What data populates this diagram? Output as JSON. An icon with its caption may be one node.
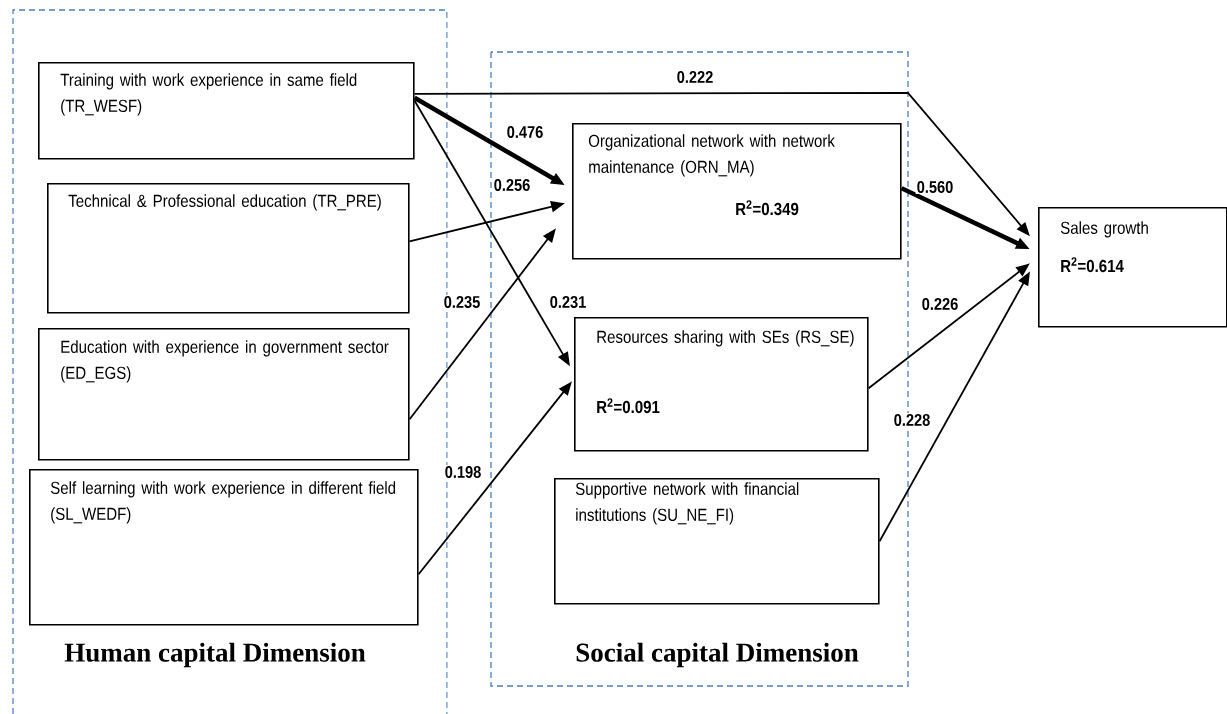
{
  "diagram": {
    "nodes": [
      {
        "text": [
          "Human capital Dimension"
        ]
      },
      {
        "text": [
          "Training with work experience in same field (TR_WESF)"
        ],
        "in": 0
      },
      {
        "text": [
          "Technical &  Professional education (TR_PRE)"
        ],
        "in": 0
      },
      {
        "text": [
          "Education with experience in government sector (ED_EGS)"
        ],
        "in": 0
      },
      {
        "text": [
          "Self learning with work experience in different field (SL_WEDF)"
        ],
        "in": 0
      },
      {
        "text": [
          "Social capital Dimension"
        ]
      },
      {
        "text": [
          "Organizational network with network maintenance (ORN_MA)",
          "R$^{2}$=0.349"
        ],
        "in": 5
      },
      {
        "text": [
          "Resources sharing with SEs (RS_SE)",
          "R$^{2}$=0.091"
        ],
        "in": 5
      },
      {
        "text": [
          "Supportive network with financial institutions (SU_NE_FI)"
        ],
        "in": 5
      },
      {
        "text": [
          "Sales growth",
          "R$^{2}$=0.614"
        ]
      }
    ],
    "edges": [
      {
        "from": 1,
        "to": 9,
        "arrow": "to",
        "label": "0.222"
      },
      {
        "from": 1,
        "to": 6,
        "arrow": "to",
        "label": "0.476",
        "style": "thick"
      },
      {
        "from": 2,
        "to": 6,
        "arrow": "to",
        "label": "0.256"
      },
      {
        "from": 3,
        "to": 6,
        "arrow": "to",
        "label": "0.235"
      },
      {
        "from": 1,
        "to": 7,
        "arrow": "to",
        "label": "0.231"
      },
      {
        "from": 4,
        "to": 7,
        "arrow": "to",
        "label": "0.198"
      },
      {
        "from": 6,
        "to": 9,
        "arrow": "to",
        "label": "0.560",
        "style": "thick"
      },
      {
        "from": 7,
        "to": 9,
        "arrow": "to",
        "label": "0.226"
      },
      {
        "from": 8,
        "to": 9,
        "arrow": "to",
        "label": "0.228"
      }
    ]
  }
}
